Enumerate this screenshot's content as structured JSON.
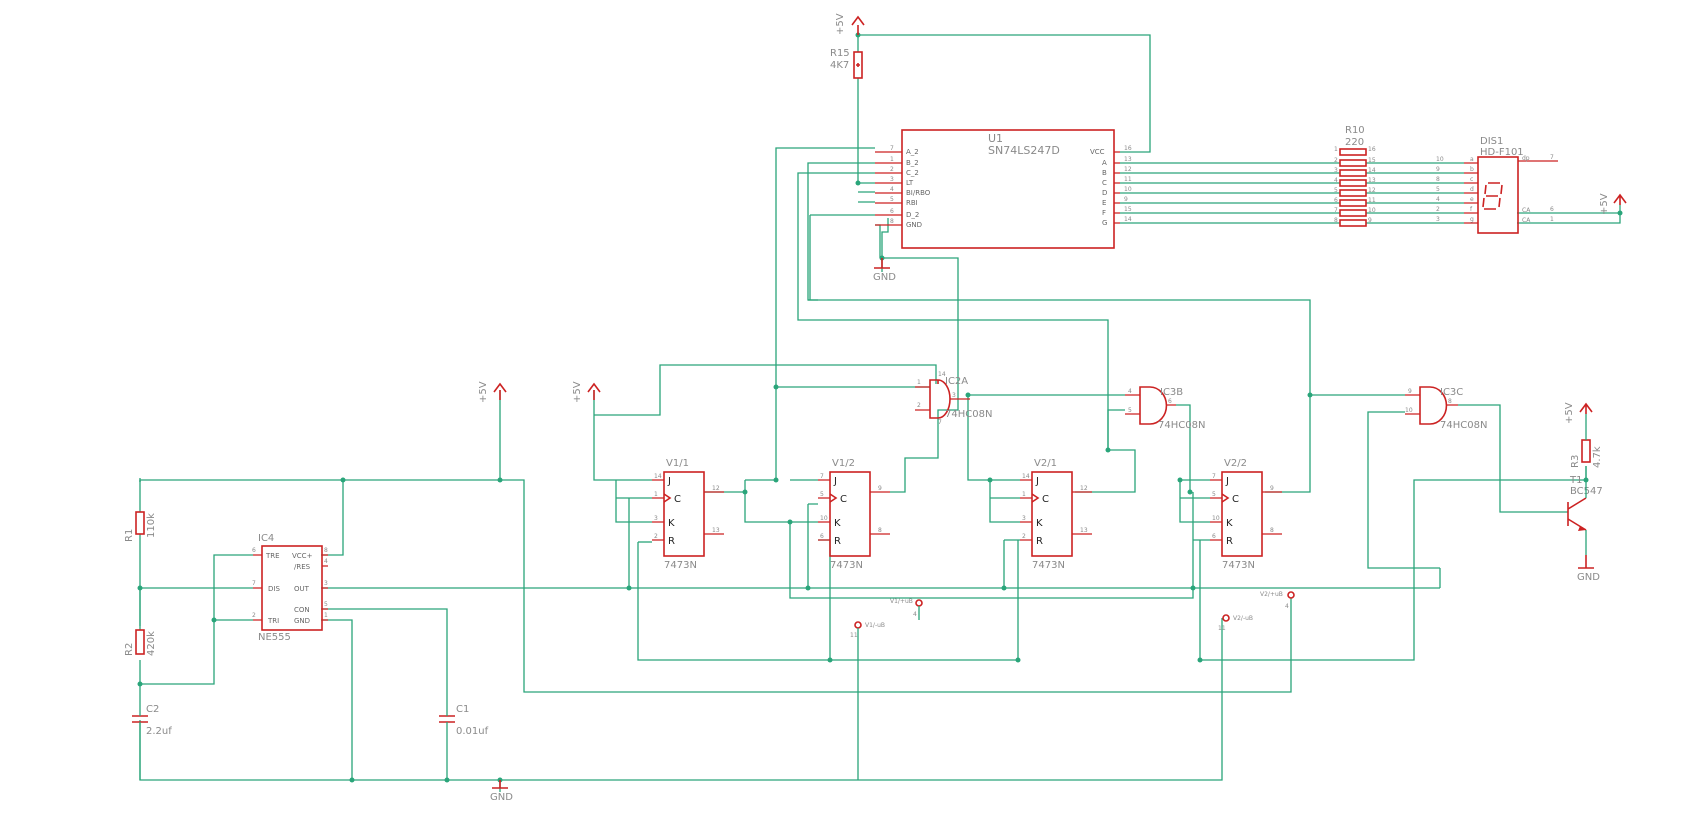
{
  "schematic": {
    "supply_labels": [
      "+5V",
      "+5V",
      "+5V",
      "+5V",
      "+5V"
    ],
    "gnd_labels": [
      "GND",
      "GND",
      "GND"
    ],
    "U1": {
      "name": "U1",
      "value": "SN74LS247D",
      "left_pins": [
        "A_2",
        "B_2",
        "C_2",
        "LT",
        "BI/RBO",
        "RBI",
        "D_2",
        "GND"
      ],
      "left_nums": [
        "7",
        "1",
        "2",
        "3",
        "4",
        "5",
        "6",
        "8"
      ],
      "right_pins": [
        "VCC",
        "A",
        "B",
        "C",
        "D",
        "E",
        "F",
        "G"
      ],
      "right_nums": [
        "16",
        "13",
        "12",
        "11",
        "10",
        "9",
        "15",
        "14"
      ]
    },
    "R15": {
      "name": "R15",
      "value": "4K7"
    },
    "R10": {
      "name": "R10",
      "value": "220",
      "left_nums": [
        "1",
        "2",
        "3",
        "4",
        "5",
        "6",
        "7",
        "8"
      ],
      "right_nums": [
        "16",
        "15",
        "14",
        "13",
        "12",
        "11",
        "10",
        "9"
      ]
    },
    "DIS1": {
      "name": "DIS1",
      "value": "HD-F101",
      "left_nums": [
        "10",
        "9",
        "8",
        "5",
        "4",
        "2",
        "3"
      ],
      "left_pins": [
        "a",
        "b",
        "c",
        "d",
        "e",
        "f",
        "g"
      ],
      "right_pins": [
        "dp",
        "CA",
        "CA"
      ],
      "right_nums": [
        "7",
        "6",
        "1"
      ]
    },
    "IC2A": {
      "name": "IC2A",
      "value": "74HC08N",
      "pins": [
        "1",
        "2",
        "3",
        "14",
        "7"
      ]
    },
    "IC3B": {
      "name": "IC3B",
      "value": "74HC08N",
      "pins": [
        "4",
        "5",
        "6"
      ]
    },
    "IC3C": {
      "name": "IC3C",
      "value": "74HC08N",
      "pins": [
        "9",
        "10",
        "8"
      ]
    },
    "FF": [
      {
        "name": "V1/1",
        "value": "7473N",
        "pins": [
          "14",
          "1",
          "3",
          "2",
          "12",
          "13"
        ]
      },
      {
        "name": "V1/2",
        "value": "7473N",
        "pins": [
          "7",
          "5",
          "10",
          "6",
          "9",
          "8"
        ]
      },
      {
        "name": "V2/1",
        "value": "7473N",
        "pins": [
          "14",
          "1",
          "3",
          "2",
          "12",
          "13"
        ]
      },
      {
        "name": "V2/2",
        "value": "7473N",
        "pins": [
          "7",
          "5",
          "10",
          "6",
          "9",
          "8"
        ]
      }
    ],
    "ff_pin_labels": {
      "j": "J",
      "c": "C",
      "k": "K",
      "r": "R"
    },
    "IC4": {
      "name": "IC4",
      "value": "NE555",
      "left_pins": [
        "TRE",
        "DIS",
        "TRI"
      ],
      "left_nums": [
        "6",
        "7",
        "2"
      ],
      "right_pins": [
        "VCC+",
        "/RES",
        "OUT",
        "CON",
        "GND"
      ],
      "right_nums": [
        "8",
        "4",
        "3",
        "5",
        "1"
      ]
    },
    "R1": {
      "name": "R1",
      "value": "110k"
    },
    "R2": {
      "name": "R2",
      "value": "420k"
    },
    "C2": {
      "name": "C2",
      "value": "2.2uf"
    },
    "C1": {
      "name": "C1",
      "value": "0.01uf"
    },
    "R3": {
      "name": "R3",
      "value": "4.7k"
    },
    "T1": {
      "name": "T1",
      "value": "BC547"
    },
    "power_pins": [
      {
        "name": "V1/+uB",
        "num": "4"
      },
      {
        "name": "V1/-uB",
        "num": "11"
      },
      {
        "name": "V2/+uB",
        "num": "4"
      },
      {
        "name": "V2/-uB",
        "num": "11"
      }
    ],
    "colors": {
      "part": "#cc2222",
      "wire": "#2aa57a",
      "text": "#8a8a8a"
    }
  }
}
